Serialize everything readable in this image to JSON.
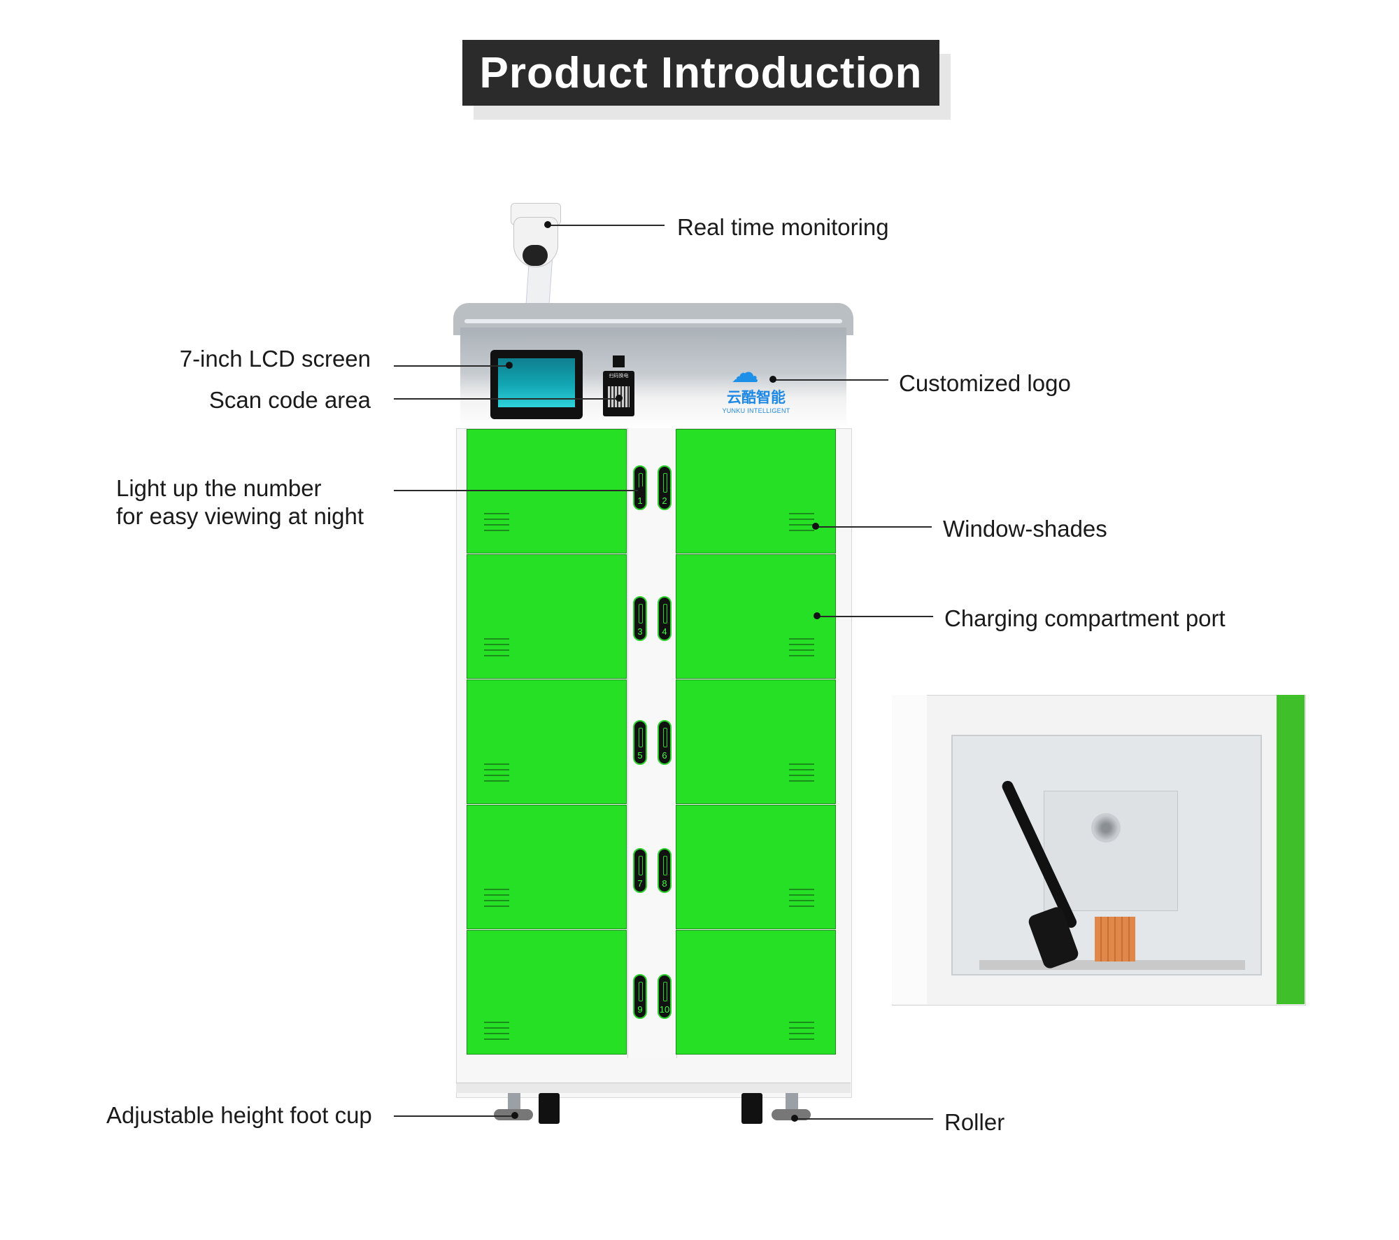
{
  "title": "Product Introduction",
  "labels": {
    "camera": "Real time monitoring",
    "lcd": "7-inch LCD screen",
    "scan": "Scan code area",
    "logo": "Customized logo",
    "light_line1": "Light up the number",
    "light_line2": "for easy viewing at night",
    "shades": "Window-shades",
    "port": "Charging compartment port",
    "foot": "Adjustable height foot cup",
    "roller": "Roller"
  },
  "logo": {
    "cn": "云酷智能",
    "en": "YUNKU INTELLIGENT"
  },
  "qr_caption": "扫码换电",
  "locker_numbers": [
    "1",
    "2",
    "3",
    "4",
    "5",
    "6",
    "7",
    "8",
    "9",
    "10"
  ],
  "colors": {
    "door_green": "#25e024",
    "title_bg": "#2b2b2b",
    "logo_blue": "#1e88e5"
  }
}
